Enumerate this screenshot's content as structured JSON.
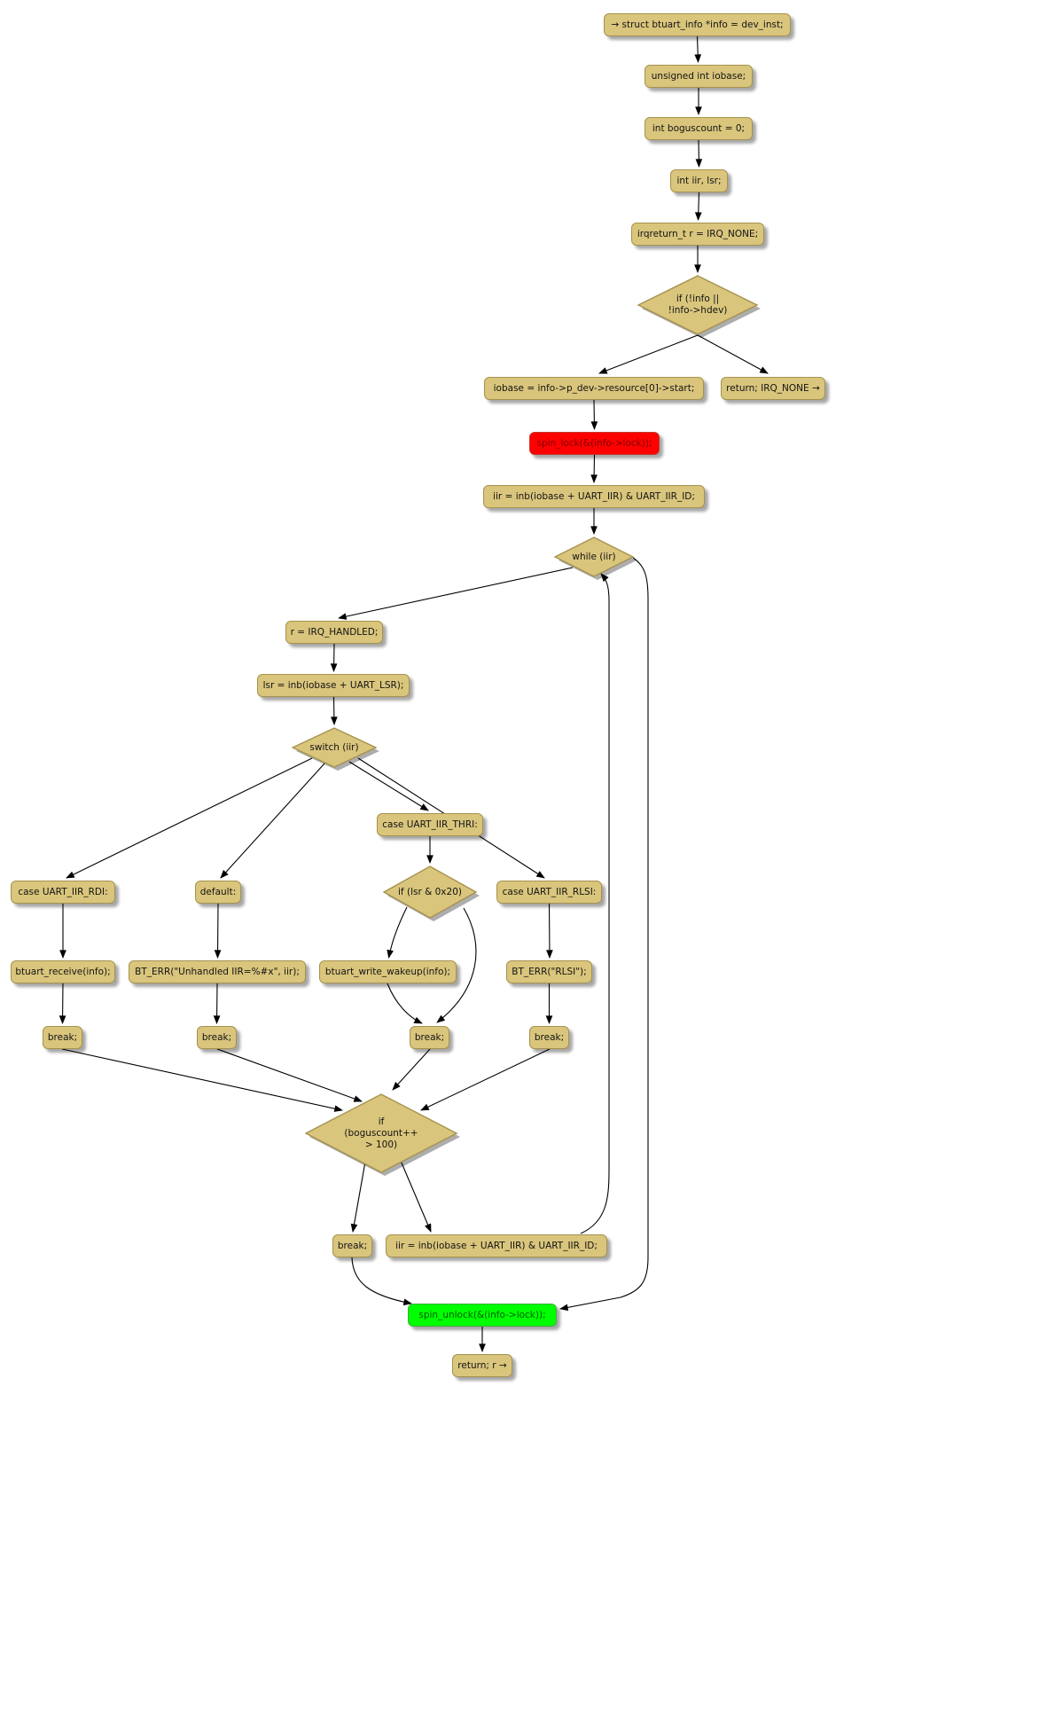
{
  "diagram": {
    "type": "control-flow-graph",
    "colors": {
      "background": "#ffffff",
      "node_fill": "#d9c57c",
      "node_border": "#a6924e",
      "lock_fill": "#ff0000",
      "lock_text": "#7a0000",
      "unlock_fill": "#00ff00",
      "unlock_text": "#005c00",
      "edge": "#000000"
    },
    "nodes": {
      "declare_info": {
        "label": "→ struct btuart_info *info = dev_inst;"
      },
      "declare_iobase": {
        "label": "unsigned int iobase;"
      },
      "declare_boguscount": {
        "label": "int boguscount = 0;"
      },
      "declare_iir_lsr": {
        "label": "int iir, lsr;"
      },
      "declare_r": {
        "label": "irqreturn_t r = IRQ_NONE;"
      },
      "cond_info_check": {
        "lines": [
          "if (!info ||",
          "!info->hdev)"
        ]
      },
      "assign_iobase": {
        "label": "iobase = info->p_dev->resource[0]->start;"
      },
      "return_irq_none": {
        "label": "return; IRQ_NONE →"
      },
      "spin_lock": {
        "label": "spin_lock(&(info->lock));"
      },
      "read_iir_1": {
        "label": "iir = inb(iobase + UART_IIR) & UART_IIR_ID;"
      },
      "while_iir": {
        "lines": [
          "while (iir)"
        ]
      },
      "assign_r_handled": {
        "label": "r = IRQ_HANDLED;"
      },
      "read_lsr": {
        "label": "lsr = inb(iobase + UART_LSR);"
      },
      "switch_iir": {
        "lines": [
          "switch (iir)"
        ]
      },
      "case_thri": {
        "label": "case UART_IIR_THRI:"
      },
      "case_rdi": {
        "label": "case UART_IIR_RDI:"
      },
      "case_default": {
        "label": "default:"
      },
      "cond_lsr": {
        "lines": [
          "if (lsr & 0x20)"
        ]
      },
      "case_rlsi": {
        "label": "case UART_IIR_RLSI:"
      },
      "call_receive": {
        "label": "btuart_receive(info);"
      },
      "call_bt_err_unhandled": {
        "label": "BT_ERR(\"Unhandled IIR=%#x\", iir);"
      },
      "call_write_wakeup": {
        "label": "btuart_write_wakeup(info);"
      },
      "call_bt_err_rlsi": {
        "label": "BT_ERR(\"RLSI\");"
      },
      "break_rdi": {
        "label": "break;"
      },
      "break_default": {
        "label": "break;"
      },
      "break_thri": {
        "label": "break;"
      },
      "break_rlsi": {
        "label": "break;"
      },
      "cond_boguscount": {
        "lines": [
          "if",
          "(boguscount++",
          "> 100)"
        ]
      },
      "break_loop": {
        "label": "break;"
      },
      "read_iir_2": {
        "label": "iir = inb(iobase + UART_IIR) & UART_IIR_ID;"
      },
      "spin_unlock": {
        "label": "spin_unlock(&(info->lock));"
      },
      "return_r": {
        "label": "return; r →"
      }
    }
  }
}
